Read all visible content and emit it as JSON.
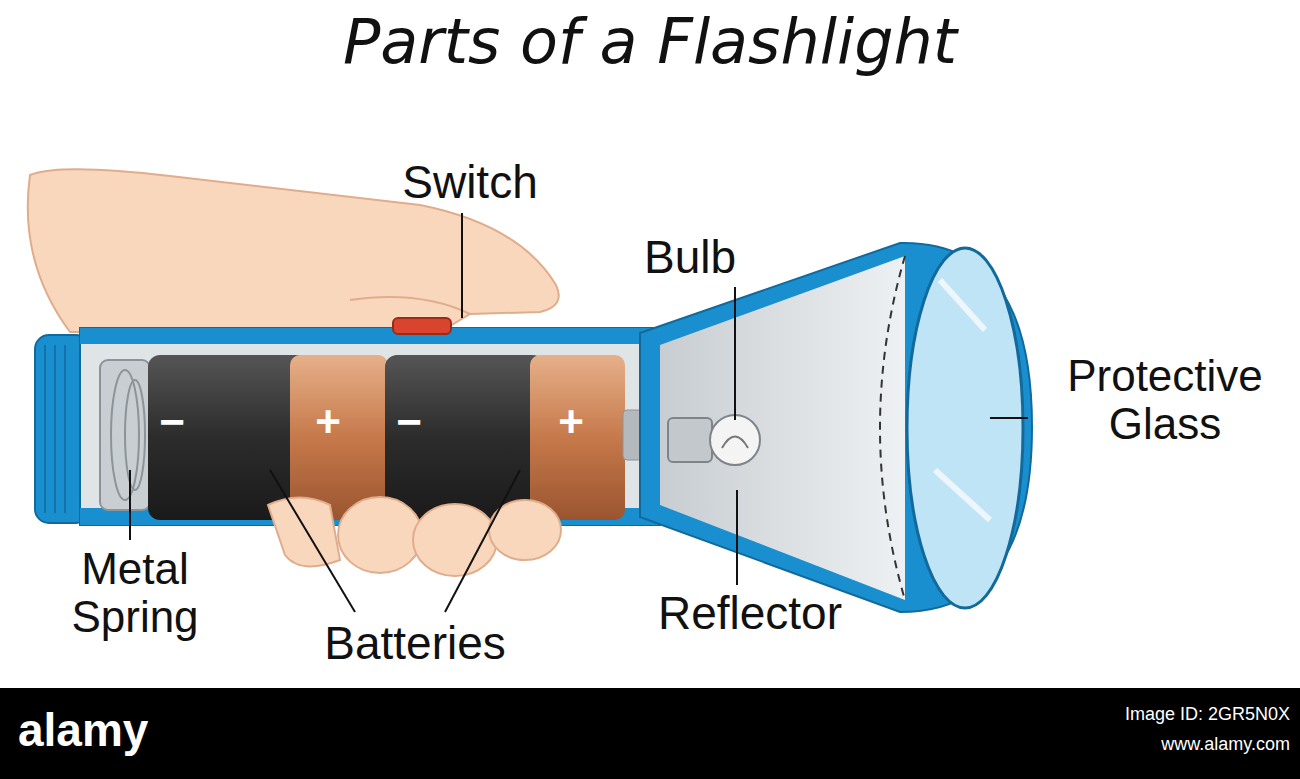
{
  "diagram": {
    "title": "Parts of a Flashlight",
    "labels": [
      "Switch",
      "Bulb",
      "Protective Glass",
      "−",
      "+",
      "−",
      "+",
      "Metal Spring",
      "Batteries",
      "Reflector",
      "alamy",
      "Image ID: 2GR5N0X",
      "www.alamy.com"
    ]
  }
}
